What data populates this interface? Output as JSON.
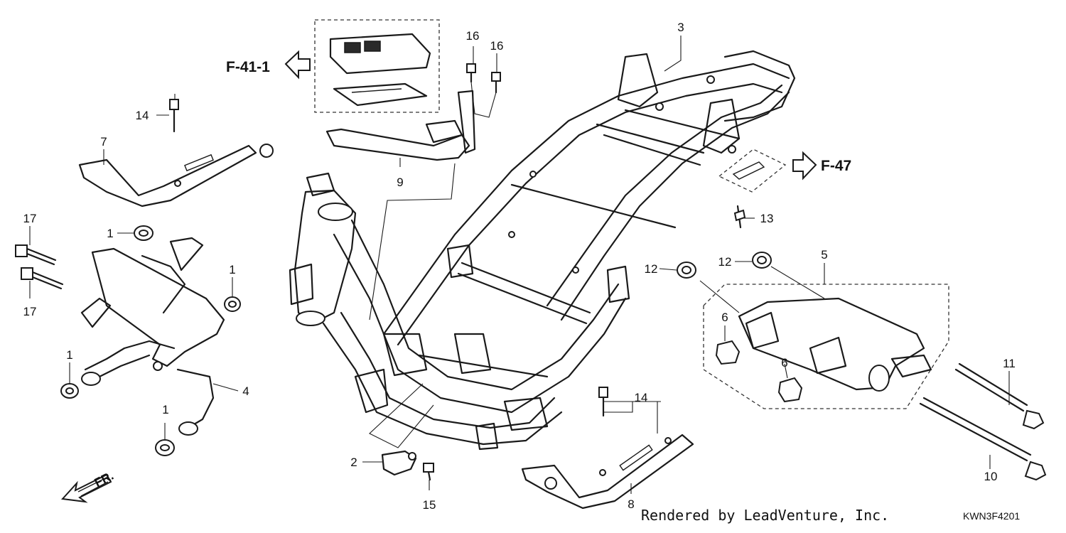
{
  "diagram": {
    "callouts": {
      "c1a": "1",
      "c1b": "1",
      "c1c": "1",
      "c2": "2",
      "c3": "3",
      "c4": "4",
      "c5": "5",
      "c6a": "6",
      "c6b": "6",
      "c7": "7",
      "c8": "8",
      "c9": "9",
      "c10": "10",
      "c11": "11",
      "c12a": "12",
      "c12b": "12",
      "c13": "13",
      "c14a": "14",
      "c14b": "14",
      "c15": "15",
      "c16a": "16",
      "c16b": "16",
      "c17a": "17",
      "c17b": "17"
    },
    "references": {
      "ecu_ref": "F-41-1",
      "tray_ref": "F-47"
    },
    "direction_label": "FR.",
    "credit": "Rendered by LeadVenture, Inc.",
    "diagram_code": "KWN3F4201"
  }
}
